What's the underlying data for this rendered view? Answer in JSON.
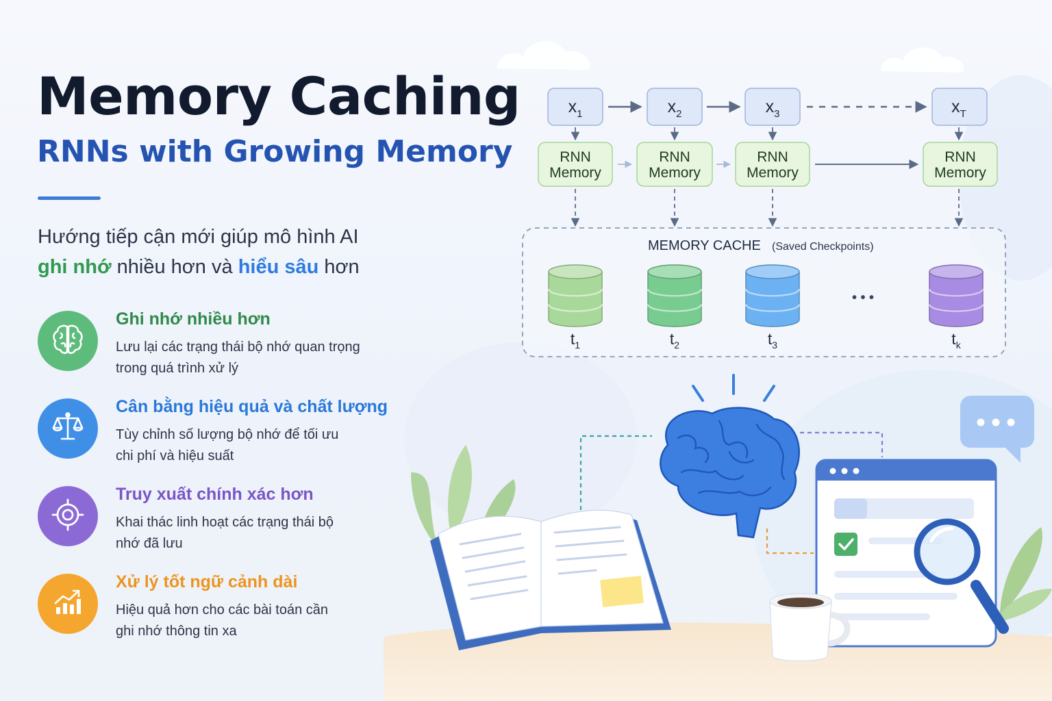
{
  "header": {
    "title": "Memory Caching",
    "subtitle": "RNNs with Growing Memory"
  },
  "intro": {
    "line1": "Hướng tiếp cận mới giúp mô hình AI",
    "part_green": "ghi nhớ",
    "part_mid": " nhiều hơn và ",
    "part_blue": "hiểu sâu",
    "part_end": " hơn"
  },
  "features": [
    {
      "icon": "brain-icon",
      "color": "#5dbb7c",
      "title_color": "#2f8a4a",
      "title": "Ghi nhớ nhiều hơn",
      "desc_line1": "Lưu lại các trạng thái bộ nhớ quan trọng",
      "desc_line2": "trong quá trình xử lý"
    },
    {
      "icon": "scale-icon",
      "color": "#3f8fe6",
      "title_color": "#2a78d8",
      "title": "Cân bằng hiệu quả và chất lượng",
      "desc_line1": "Tùy chỉnh số lượng bộ nhớ để tối ưu",
      "desc_line2": "chi phí và hiệu suất"
    },
    {
      "icon": "target-icon",
      "color": "#8c6ad6",
      "title_color": "#7a55c8",
      "title": "Truy xuất chính xác hơn",
      "desc_line1": "Khai thác linh hoạt các trạng thái bộ",
      "desc_line2": "nhớ đã lưu"
    },
    {
      "icon": "growth-chart-icon",
      "color": "#f4a62e",
      "title_color": "#ec9420",
      "title": "Xử lý tốt ngữ cảnh dài",
      "desc_line1": "Hiệu quả hơn cho các bài toán cần",
      "desc_line2": "ghi nhớ thông tin xa"
    }
  ],
  "diagram": {
    "inputs": [
      {
        "base": "x",
        "sub": "1"
      },
      {
        "base": "x",
        "sub": "2"
      },
      {
        "base": "x",
        "sub": "3"
      },
      {
        "base": "x",
        "sub": "T"
      }
    ],
    "rnn_line1": "RNN",
    "rnn_line2": "Memory",
    "cache_title": "MEMORY CACHE",
    "cache_note": "(Saved Checkpoints)",
    "ellipsis": "• • •",
    "cylinders": [
      {
        "base": "t",
        "sub": "1",
        "color": "#a9d99a"
      },
      {
        "base": "t",
        "sub": "2",
        "color": "#79cc8f"
      },
      {
        "base": "t",
        "sub": "3",
        "color": "#6cb2f2"
      },
      {
        "base": "t",
        "sub": "k",
        "color": "#a88be2"
      }
    ]
  }
}
